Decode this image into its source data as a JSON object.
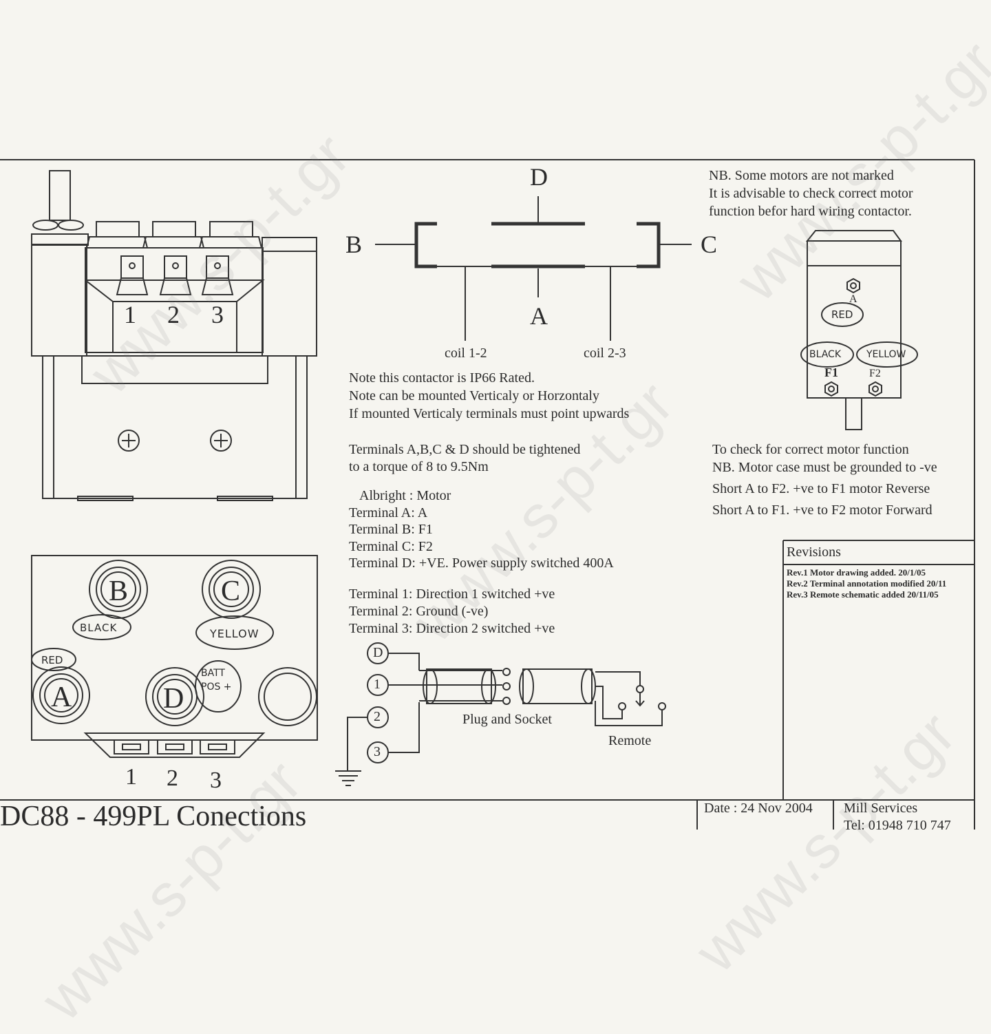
{
  "title": "DC88 - 499PL Conections",
  "watermark": "www.s-p-t.gr",
  "colors": {
    "paper": "#f6f5f0",
    "ink": "#2b2b2b",
    "line": "#333333",
    "watermark": "#787878"
  },
  "contactor_top": {
    "terminals": [
      "1",
      "2",
      "3"
    ]
  },
  "contactor_bottom": {
    "terminals": [
      "B",
      "C",
      "A",
      "D"
    ],
    "handwritten": {
      "b": "BLACK",
      "c": "YELLOW",
      "a": "RED",
      "d": "BATT POS +"
    },
    "small_terminals": [
      "1",
      "2",
      "3"
    ]
  },
  "schematic": {
    "d": "D",
    "b": "B",
    "c": "C",
    "a": "A",
    "coil_left": "coil 1-2",
    "coil_right": "coil 2-3"
  },
  "notes_ip": [
    "Note this contactor is IP66 Rated.",
    "Note can be mounted Verticaly or Horzontaly",
    "If mounted Verticaly terminals must point upwards"
  ],
  "notes_torque": [
    "Terminals A,B,C & D should be tightened",
    "to a torque of  8 to 9.5Nm"
  ],
  "terminal_map": {
    "header": "Albright  :  Motor",
    "lines": [
      "Terminal A: A",
      "Terminal B: F1",
      "Terminal C: F2",
      "Terminal D: +VE. Power supply switched 400A"
    ]
  },
  "terminal_fn": [
    "Terminal 1: Direction 1 switched +ve",
    "Terminal 2: Ground (-ve)",
    "Terminal 3: Direction 2 switched +ve"
  ],
  "remote_schematic": {
    "nodes": [
      "D",
      "1",
      "2",
      "3"
    ],
    "plug_label": "Plug and Socket",
    "remote_label": "Remote"
  },
  "nb_lines": [
    "NB. Some motors are not marked",
    "It is advisable to check correct motor",
    "function befor hard wiring contactor."
  ],
  "motor": {
    "terminal_a": "A",
    "f1": "F1",
    "f2": "F2",
    "hand_a": "RED",
    "hand_f1": "BLACK",
    "hand_f2": "YELLOW"
  },
  "check_lines": [
    "To check for correct motor function",
    "NB. Motor case must be grounded to -ve",
    "Short A to F2. +ve to F1 motor Reverse",
    "Short A to F1. +ve to F2 motor Forward"
  ],
  "revisions": {
    "title": "Revisions",
    "items": [
      "Rev.1  Motor drawing added. 20/1/05",
      "Rev.2  Terminal annotation modified 20/11",
      "Rev.3  Remote schematic added 20/11/05"
    ]
  },
  "footer": {
    "date": "Date : 24 Nov 2004",
    "company": "Mill Services",
    "tel": "Tel: 01948 710 747"
  }
}
